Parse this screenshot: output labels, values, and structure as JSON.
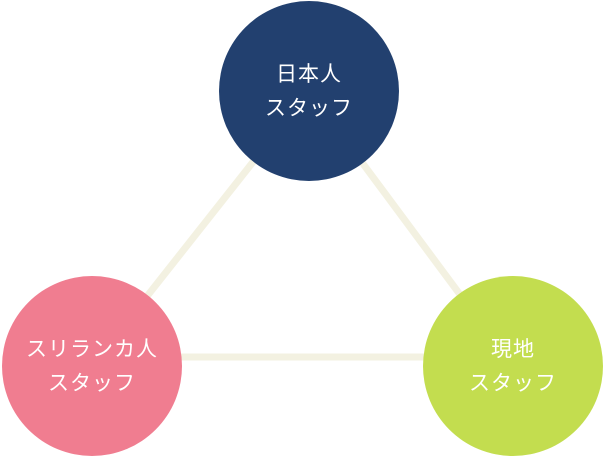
{
  "colors": {
    "japanese_staff": "#22406F",
    "sri_lankan_staff": "#F07D90",
    "local_staff": "#C3DD4F",
    "connector": "#F3F1E1"
  },
  "nodes": {
    "japanese_staff": {
      "line1": "日本人",
      "line2": "スタッフ"
    },
    "sri_lankan_staff": {
      "line1": "スリランカ人",
      "line2": "スタッフ"
    },
    "local_staff": {
      "line1": "現地",
      "line2": "スタッフ"
    }
  }
}
